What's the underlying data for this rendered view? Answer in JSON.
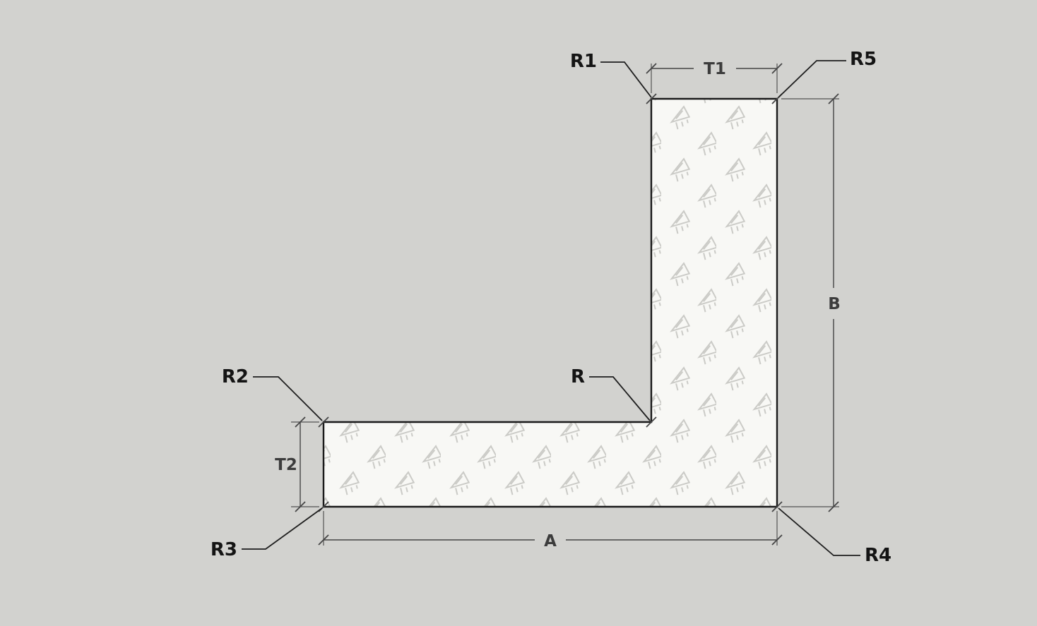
{
  "diagram": {
    "type": "technical-drawing",
    "description": "L-shaped angle profile cross-section with radius and dimension annotations",
    "labels": {
      "r1": "R1",
      "r5": "R5",
      "r2": "R2",
      "r": "R",
      "r3": "R3",
      "r4": "R4",
      "t1": "T1",
      "t2": "T2",
      "a": "A",
      "b": "B"
    },
    "colors": {
      "background": "#d2d2cf",
      "shape_fill": "#f8f8f5",
      "outline": "#1a1a1a",
      "dimension_line": "#454545",
      "leader_line": "#1e1e1e",
      "watermark": "#c0c0bb"
    }
  }
}
